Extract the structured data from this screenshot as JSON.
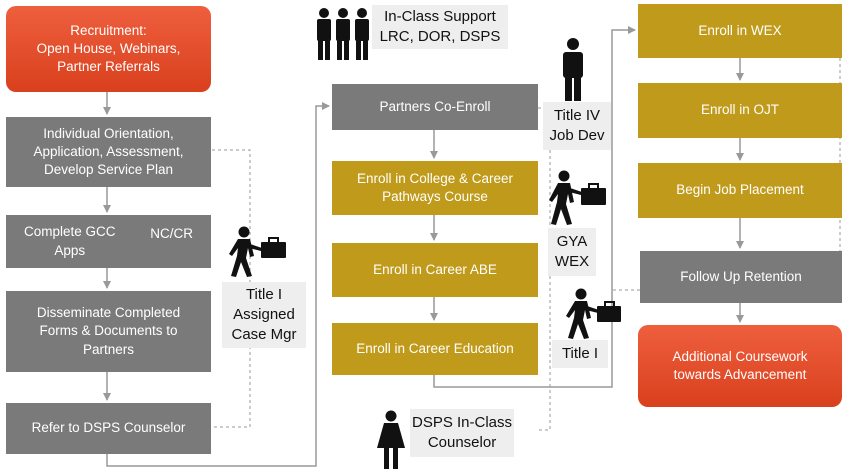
{
  "nodes": {
    "recruitment": "Recruitment:\nOpen House, Webinars,\nPartner Referrals",
    "orientation": "Individual Orientation,\nApplication, Assessment,\nDevelop Service Plan",
    "gcc_left": "Complete GCC\nApps",
    "gcc_right": "NC/CR",
    "disseminate": "Disseminate Completed\nForms & Documents to\nPartners",
    "refer_dsps": "Refer to DSPS Counselor",
    "partners_coenroll": "Partners Co-Enroll",
    "pathways": "Enroll in College & Career\nPathways Course",
    "career_abe": "Enroll in Career ABE",
    "career_ed": "Enroll in Career Education",
    "wex": "Enroll in WEX",
    "ojt": "Enroll in OJT",
    "job_placement": "Begin Job Placement",
    "retention": "Follow Up Retention",
    "additional": "Additional Coursework\ntowards Advancement"
  },
  "labels": {
    "in_class_support": "In-Class Support\nLRC, DOR, DSPS",
    "title_i_case_mgr": "Title I\nAssigned\nCase Mgr",
    "title_iv": "Title IV\nJob Dev",
    "gya_wex": "GYA\nWEX",
    "title_i": "Title I",
    "dsps_counselor": "DSPS In-Class\nCounselor"
  },
  "icons": [
    "group-people-icon",
    "worker-briefcase-icon",
    "person-icon",
    "worker-briefcase-icon",
    "person-icon",
    "worker-briefcase-icon",
    "woman-person-icon"
  ],
  "colors": {
    "red": "#e04c28",
    "gray": "#7a7a7a",
    "gold": "#c09a1a",
    "label_bg": "#eeeeee",
    "connector": "#999999"
  }
}
